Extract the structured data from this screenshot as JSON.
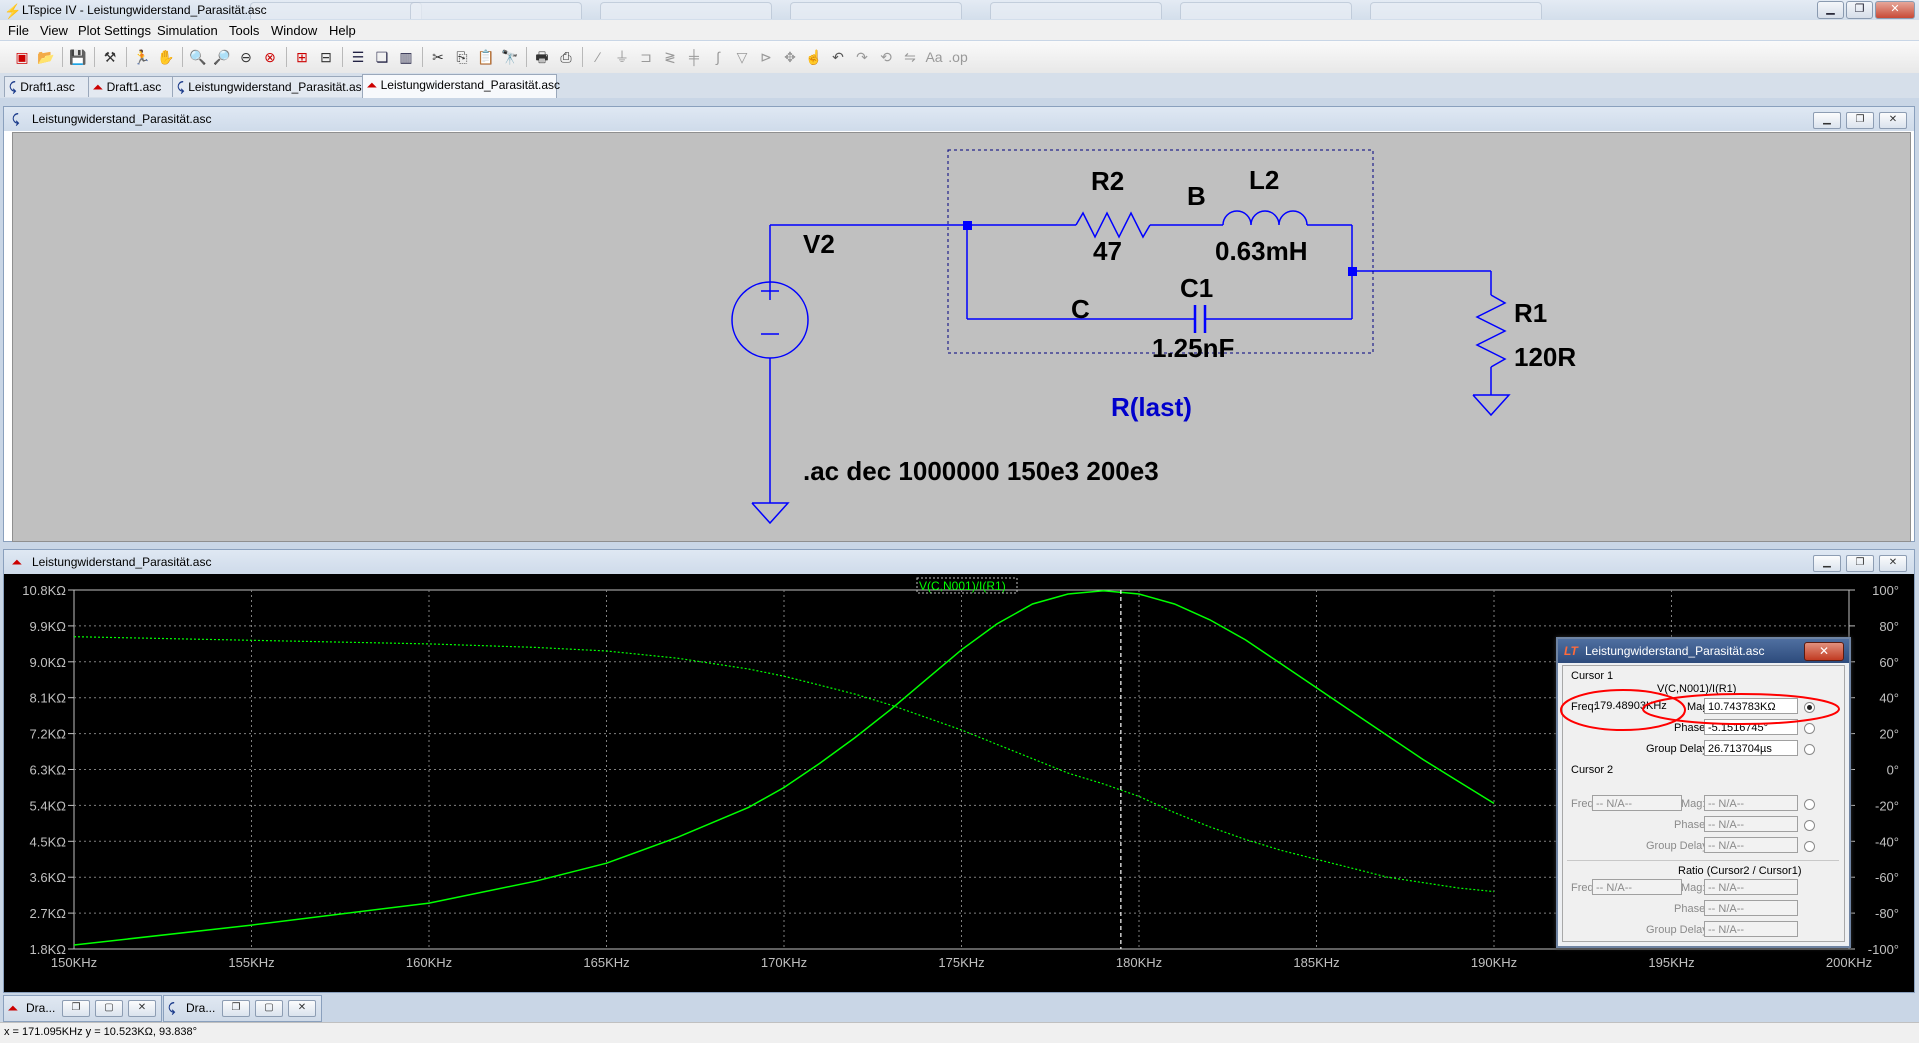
{
  "app": {
    "title": "LTspice IV - Leistungwiderstand_Parasität.asc"
  },
  "menu": [
    "File",
    "View",
    "Plot Settings",
    "Simulation",
    "Tools",
    "Window",
    "Help"
  ],
  "doc_tabs": [
    "Draft1.asc",
    "Draft1.asc",
    "Leistungwiderstand_Parasität.asc",
    "Leistungwiderstand_Parasität.asc"
  ],
  "schematic_window": {
    "title": "Leistungwiderstand_Parasität.asc"
  },
  "schematic": {
    "v2_label": "V2",
    "r2_name": "R2",
    "r2_value": "47",
    "node_b": "B",
    "l2_name": "L2",
    "l2_value": "0.63mH",
    "node_c": "C",
    "c1_name": "C1",
    "c1_value": "1.25nF",
    "r1_name": "R1",
    "r1_value": "120R",
    "box_label": "R(last)",
    "directive": ".ac dec 1000000 150e3 200e3",
    "colors": {
      "wire": "#0000ff",
      "box_label": "#0000cc",
      "background": "#c0c0c0"
    }
  },
  "plot_window": {
    "title": "Leistungwiderstand_Parasität.asc",
    "trace_label": "V(C,N001)/I(R1)"
  },
  "chart_data": {
    "type": "line",
    "xlabel": "",
    "ylabel": "",
    "x_tick_labels": [
      "150KHz",
      "155KHz",
      "160KHz",
      "165KHz",
      "170KHz",
      "175KHz",
      "180KHz",
      "185KHz",
      "190KHz",
      "195KHz",
      "200KHz"
    ],
    "x_range_khz": [
      150,
      200
    ],
    "y_tick_labels": [
      "10.8KΩ",
      "9.9KΩ",
      "9.0KΩ",
      "8.1KΩ",
      "7.2KΩ",
      "6.3KΩ",
      "5.4KΩ",
      "4.5KΩ",
      "3.6KΩ",
      "2.7KΩ",
      "1.8KΩ"
    ],
    "y_range_kohm": [
      1.8,
      10.8
    ],
    "y2_tick_labels": [
      "100°",
      "80°",
      "60°",
      "40°",
      "20°",
      "0°",
      "-20°",
      "-40°",
      "-60°",
      "-80°",
      "-100°"
    ],
    "y2_range_deg": [
      -100,
      100
    ],
    "grid": true,
    "cursor_x_khz": 179.489,
    "series": [
      {
        "name": "V(C,N001)/I(R1)",
        "line_style": "solid",
        "color": "#00ff00",
        "x_khz": [
          150,
          155,
          160,
          163,
          165,
          167,
          169,
          170,
          171,
          172,
          173,
          174,
          175,
          176,
          177,
          178,
          179,
          179.5,
          180,
          181,
          182,
          183,
          184,
          185,
          186,
          187,
          188,
          189,
          190
        ],
        "mag_kohm": [
          1.9,
          2.4,
          2.95,
          3.5,
          3.95,
          4.6,
          5.35,
          5.85,
          6.45,
          7.1,
          7.8,
          8.55,
          9.3,
          9.95,
          10.45,
          10.7,
          10.78,
          10.74,
          10.7,
          10.45,
          10.05,
          9.55,
          8.95,
          8.35,
          7.75,
          7.15,
          6.55,
          6.0,
          5.45
        ]
      },
      {
        "name": "Phase",
        "line_style": "dotted",
        "color": "#00ff00",
        "x_khz": [
          150,
          155,
          160,
          163,
          165,
          167,
          169,
          170,
          171,
          172,
          173,
          174,
          175,
          176,
          177,
          178,
          179,
          180,
          181,
          182,
          183,
          184,
          185,
          186,
          187,
          188,
          189,
          190
        ],
        "phase_deg": [
          74,
          72,
          70,
          68,
          66,
          62,
          56,
          52,
          47,
          42,
          36,
          29,
          22,
          14,
          6,
          -2,
          -8,
          -15,
          -24,
          -32,
          -39,
          -45,
          -50,
          -55,
          -60,
          -63,
          -66,
          -68
        ]
      }
    ]
  },
  "cursor_dialog": {
    "title": "Leistungwiderstand_Parasität.asc",
    "close": "✕",
    "cursor1_heading": "Cursor 1",
    "trace": "V(C,N001)/I(R1)",
    "freq_label": "Freq:",
    "freq_value": "179.48903KHz",
    "mag_label": "Mag:",
    "mag_value": "10.743783KΩ",
    "phase_label": "Phase:",
    "phase_value": "-5.1516745°",
    "gd_label": "Group Delay:",
    "gd_value": "26.713704µs",
    "cursor2_heading": "Cursor 2",
    "na": "-- N/A--",
    "ratio_heading": "Ratio (Cursor2 / Cursor1)",
    "highlight_color": "#ff0000"
  },
  "minimized": [
    "Dra...",
    "Dra..."
  ],
  "status": "x = 171.095KHz    y = 10.523KΩ, 93.838°"
}
